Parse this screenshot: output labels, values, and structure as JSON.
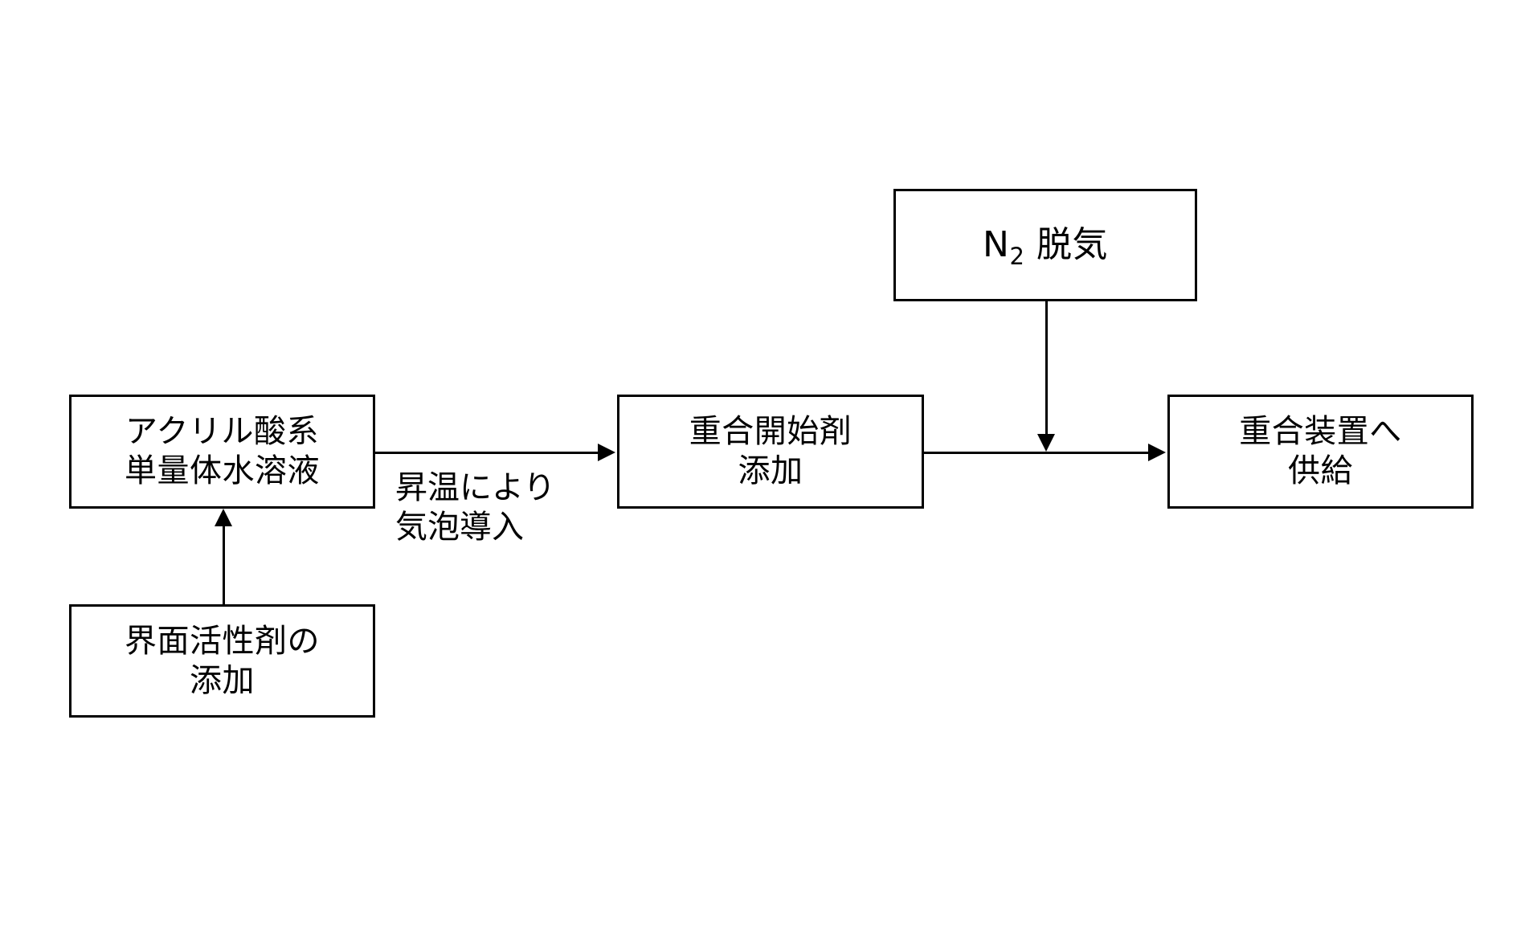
{
  "diagram": {
    "type": "process-flowchart",
    "language": "ja",
    "background_color": "#ffffff",
    "stroke_color": "#000000",
    "nodes": [
      {
        "id": "monomer",
        "label": "アクリル酸系\n単量体水溶液",
        "shape": "rectangle"
      },
      {
        "id": "surfactant",
        "label": "界面活性剤の\n添加",
        "shape": "rectangle"
      },
      {
        "id": "initiator",
        "label": "重合開始剤\n添加",
        "shape": "rectangle"
      },
      {
        "id": "n2",
        "label_prefix": "N",
        "label_subscript": "2",
        "label_suffix": " 脱気",
        "label_plain": "N2 脱気",
        "shape": "rectangle"
      },
      {
        "id": "supply",
        "label": "重合装置へ\n供給",
        "shape": "rectangle"
      }
    ],
    "edges": [
      {
        "id": "monomer-to-initiator",
        "from": "monomer",
        "to": "initiator",
        "direction": "right",
        "label": "昇温により\n気泡導入"
      },
      {
        "id": "initiator-to-supply",
        "from": "initiator",
        "to": "supply",
        "direction": "right",
        "label": ""
      },
      {
        "id": "surfactant-to-monomer",
        "from": "surfactant",
        "to": "monomer",
        "direction": "up",
        "label": ""
      },
      {
        "id": "n2-to-stream",
        "from": "n2",
        "to": "initiator-to-supply",
        "direction": "down",
        "label": ""
      }
    ]
  }
}
